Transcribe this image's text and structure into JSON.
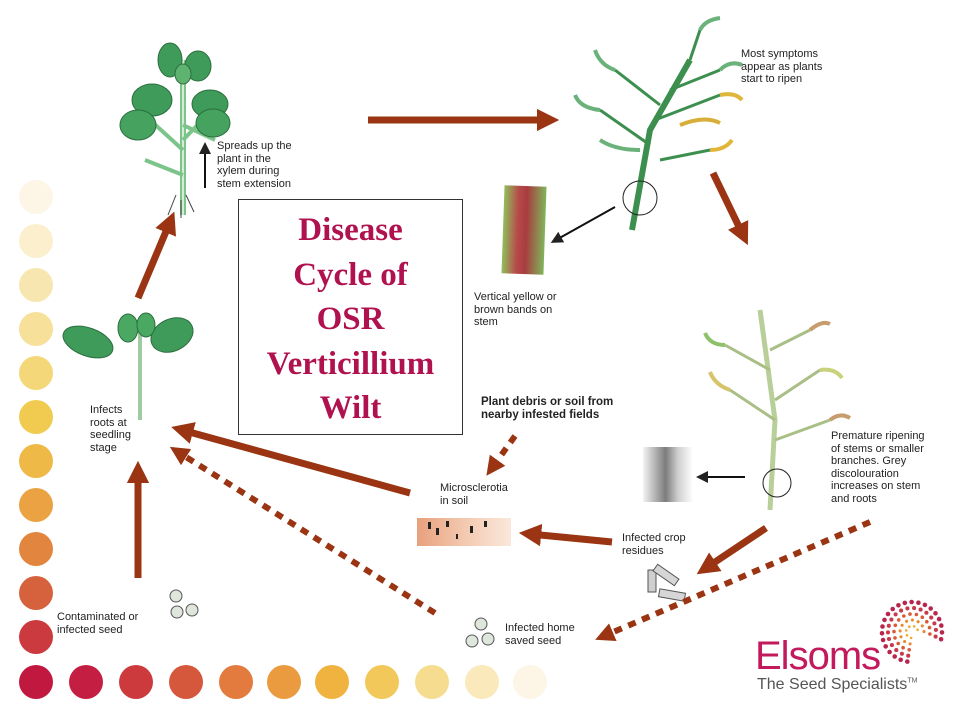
{
  "title": "Disease\nCycle of\nOSR\nVerticillium\nWilt",
  "labels": {
    "spreads": "Spreads up the\nplant  in the\nxylem during\nstem extension",
    "symptoms": "Most symptoms\nappear as plants\nstart to ripen",
    "bands": "Vertical yellow or\nbrown bands on\nstem",
    "premature": "Premature ripening\nof stems or smaller\nbranches. Grey\ndiscolouration\nincreases on stem\nand roots",
    "debris": "Plant debris or soil from\nnearby  infested fields",
    "microsclerotia": "Microsclerotia\nin soil",
    "crop_residues": "Infected crop\nresidues",
    "home_seed": "Infected home\nsaved seed",
    "contaminated": "Contaminated or\ninfected seed",
    "infects": "Infects\nroots at\nseedling\nstage"
  },
  "logo": {
    "name": "Elsoms",
    "tagline": "The Seed Specialists",
    "trademark": "TM"
  },
  "colors": {
    "arrow": "#9a3412",
    "title": "#b0124f",
    "leaf": "#3f9b5a",
    "stem": "#6cbf73",
    "brand": "#c21a5c"
  }
}
